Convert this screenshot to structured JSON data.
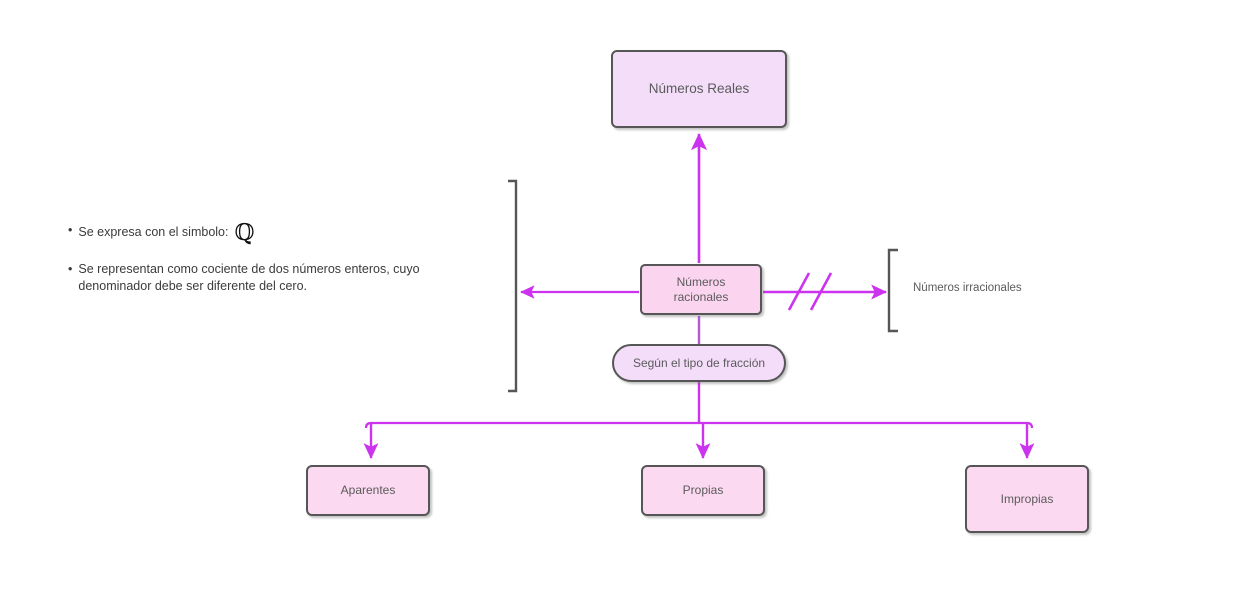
{
  "diagram": {
    "title_node": "Números Reales",
    "nodes": {
      "reales": "Números Reales",
      "racionales": "Números\nracionales",
      "tipo_fraccion": "Según el tipo de fracción",
      "aparentes": "Aparentes",
      "propias": "Propias",
      "impropias": "Impropias",
      "irracionales": "Números irracionales"
    },
    "bullets": [
      {
        "marker": "•",
        "text": "Se expresa con el simbolo:",
        "symbol": "ℚ"
      },
      {
        "marker": "•",
        "text": "Se representan como cociente de dos números enteros, cuyo denominador debe ser diferente del cero."
      }
    ],
    "colors": {
      "arrow": "#cc33ee",
      "node_border": "#565656",
      "node_text": "#5b5b5b",
      "fill_lavender": "#f3ddf9",
      "fill_pink": "#fbd5ef",
      "bracket": "#565656",
      "body_text": "#3b3b3b",
      "background": "#ffffff"
    }
  }
}
